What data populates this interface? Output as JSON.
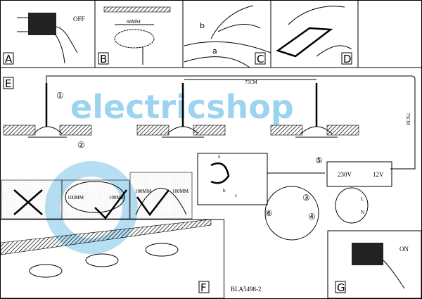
{
  "panels": {
    "a": "A",
    "b": "B",
    "c": "C",
    "d": "D",
    "e": "E",
    "f": "F",
    "g": "G"
  },
  "panel_a": {
    "switch_label": "OFF"
  },
  "panel_b": {
    "dimension": "68MM"
  },
  "panel_c": {
    "part_a": "a",
    "part_b": "b"
  },
  "panel_e": {
    "distance_horizontal": "75CM",
    "distance_vertical": "75CM",
    "steps": [
      "①",
      "②",
      "③",
      "④",
      "⑤",
      "⑥"
    ],
    "input_voltage": "230V",
    "output_voltage": "12V",
    "terminal_l": "L",
    "terminal_n": "N",
    "bulb_parts": {
      "a": "a",
      "b": "b",
      "c": "c"
    },
    "clearance": "100MM"
  },
  "panel_g": {
    "switch_label": "ON"
  },
  "model_code": "BLA5498-2",
  "watermark": "electricshop",
  "colors": {
    "watermark_blue": "#5bb8e6",
    "watermark_grey": "#9a9a9a",
    "line": "#000000"
  }
}
